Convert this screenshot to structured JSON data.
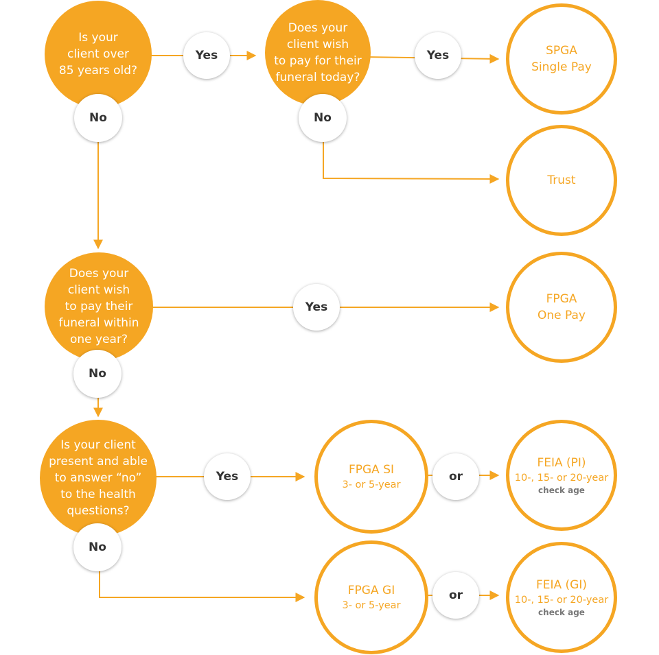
{
  "colors": {
    "accent": "#f5a623",
    "connector_bg": "#ffffff",
    "connector_text": "#333333",
    "note_text": "#777777"
  },
  "questions": {
    "q1": "Is your\nclient over\n85 years old?",
    "q2": "Does your\nclient wish\nto pay for their\nfuneral today?",
    "q3": "Does your\nclient wish\nto pay their\nfuneral within\none year?",
    "q4": "Is your client\npresent and able\nto answer “no”\nto the health\nquestions?"
  },
  "connectors": {
    "yes_label": "Yes",
    "no_label": "No",
    "or_label": "or"
  },
  "results": {
    "spga": {
      "title": "SPGA",
      "subtitle": "Single Pay"
    },
    "trust": {
      "title": "Trust"
    },
    "fpga_one": {
      "title": "FPGA",
      "subtitle": "One Pay"
    },
    "fpga_si": {
      "title": "FPGA SI",
      "subtitle": "3- or 5-year"
    },
    "feia_pi": {
      "title": "FEIA (PI)",
      "subtitle": "10-, 15- or 20-year",
      "note": "check age"
    },
    "fpga_gi": {
      "title": "FPGA GI",
      "subtitle": "3- or 5-year"
    },
    "feia_gi": {
      "title": "FEIA (GI)",
      "subtitle": "10-, 15- or 20-year",
      "note": "check age"
    }
  }
}
